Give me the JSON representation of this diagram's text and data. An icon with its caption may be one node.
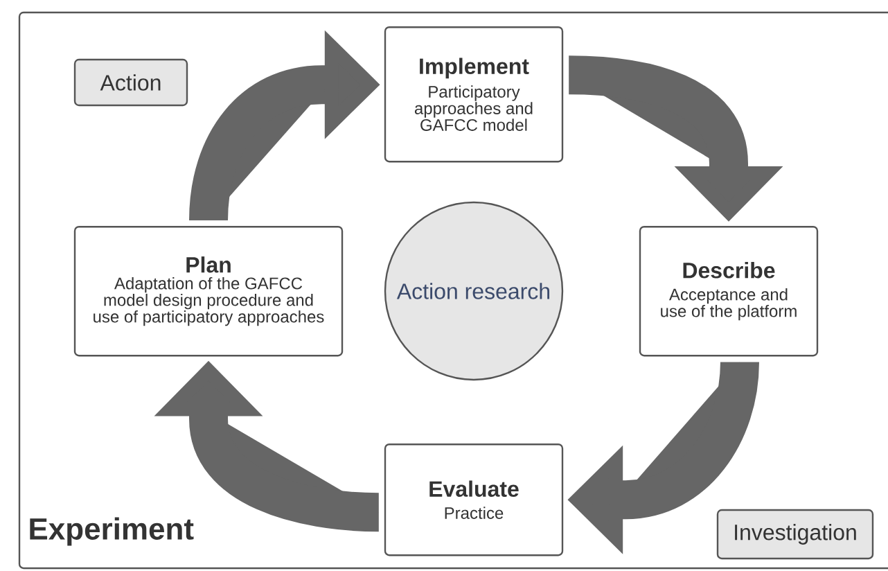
{
  "diagram": {
    "nodes": [
      {
        "text": [
          "Experiment"
        ]
      },
      {
        "text": [
          "Action"
        ],
        "in": 0
      },
      {
        "text": [
          "Implement",
          "Participatory approaches and GAFCC model"
        ],
        "in": 0
      },
      {
        "text": [
          "Plan",
          "Adaptation of the GAFCC model design procedure and use of participatory approaches"
        ],
        "in": 0
      },
      {
        "text": [
          "Action research"
        ],
        "in": 0
      },
      {
        "text": [
          "Describe",
          "Acceptance and use of the platform"
        ],
        "in": 0
      },
      {
        "text": [
          "Evaluate",
          "Practice"
        ],
        "in": 0
      },
      {
        "text": [
          "Investigation"
        ],
        "in": 0
      }
    ],
    "edges": [
      {
        "from": 3,
        "to": 2,
        "arrow": "to"
      },
      {
        "from": 2,
        "to": 5,
        "arrow": "to"
      },
      {
        "from": 5,
        "to": 6,
        "arrow": "to"
      },
      {
        "from": 6,
        "to": 3,
        "arrow": "to"
      }
    ]
  }
}
